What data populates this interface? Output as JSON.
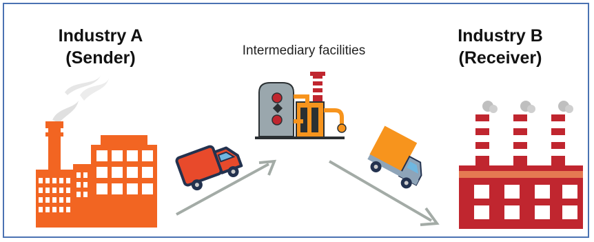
{
  "sender": {
    "line1": "Industry A",
    "line2": "(Sender)",
    "color": "#f26522"
  },
  "receiver": {
    "line1": "Industry B",
    "line2": "(Receiver)",
    "color": "#c0262f"
  },
  "intermediary": {
    "label": "Intermediary facilities"
  },
  "colors": {
    "frame": "#4a72b2",
    "arrow": "#a3aba6",
    "truck_red": "#e84a2b",
    "truck_orange": "#f7941d"
  }
}
